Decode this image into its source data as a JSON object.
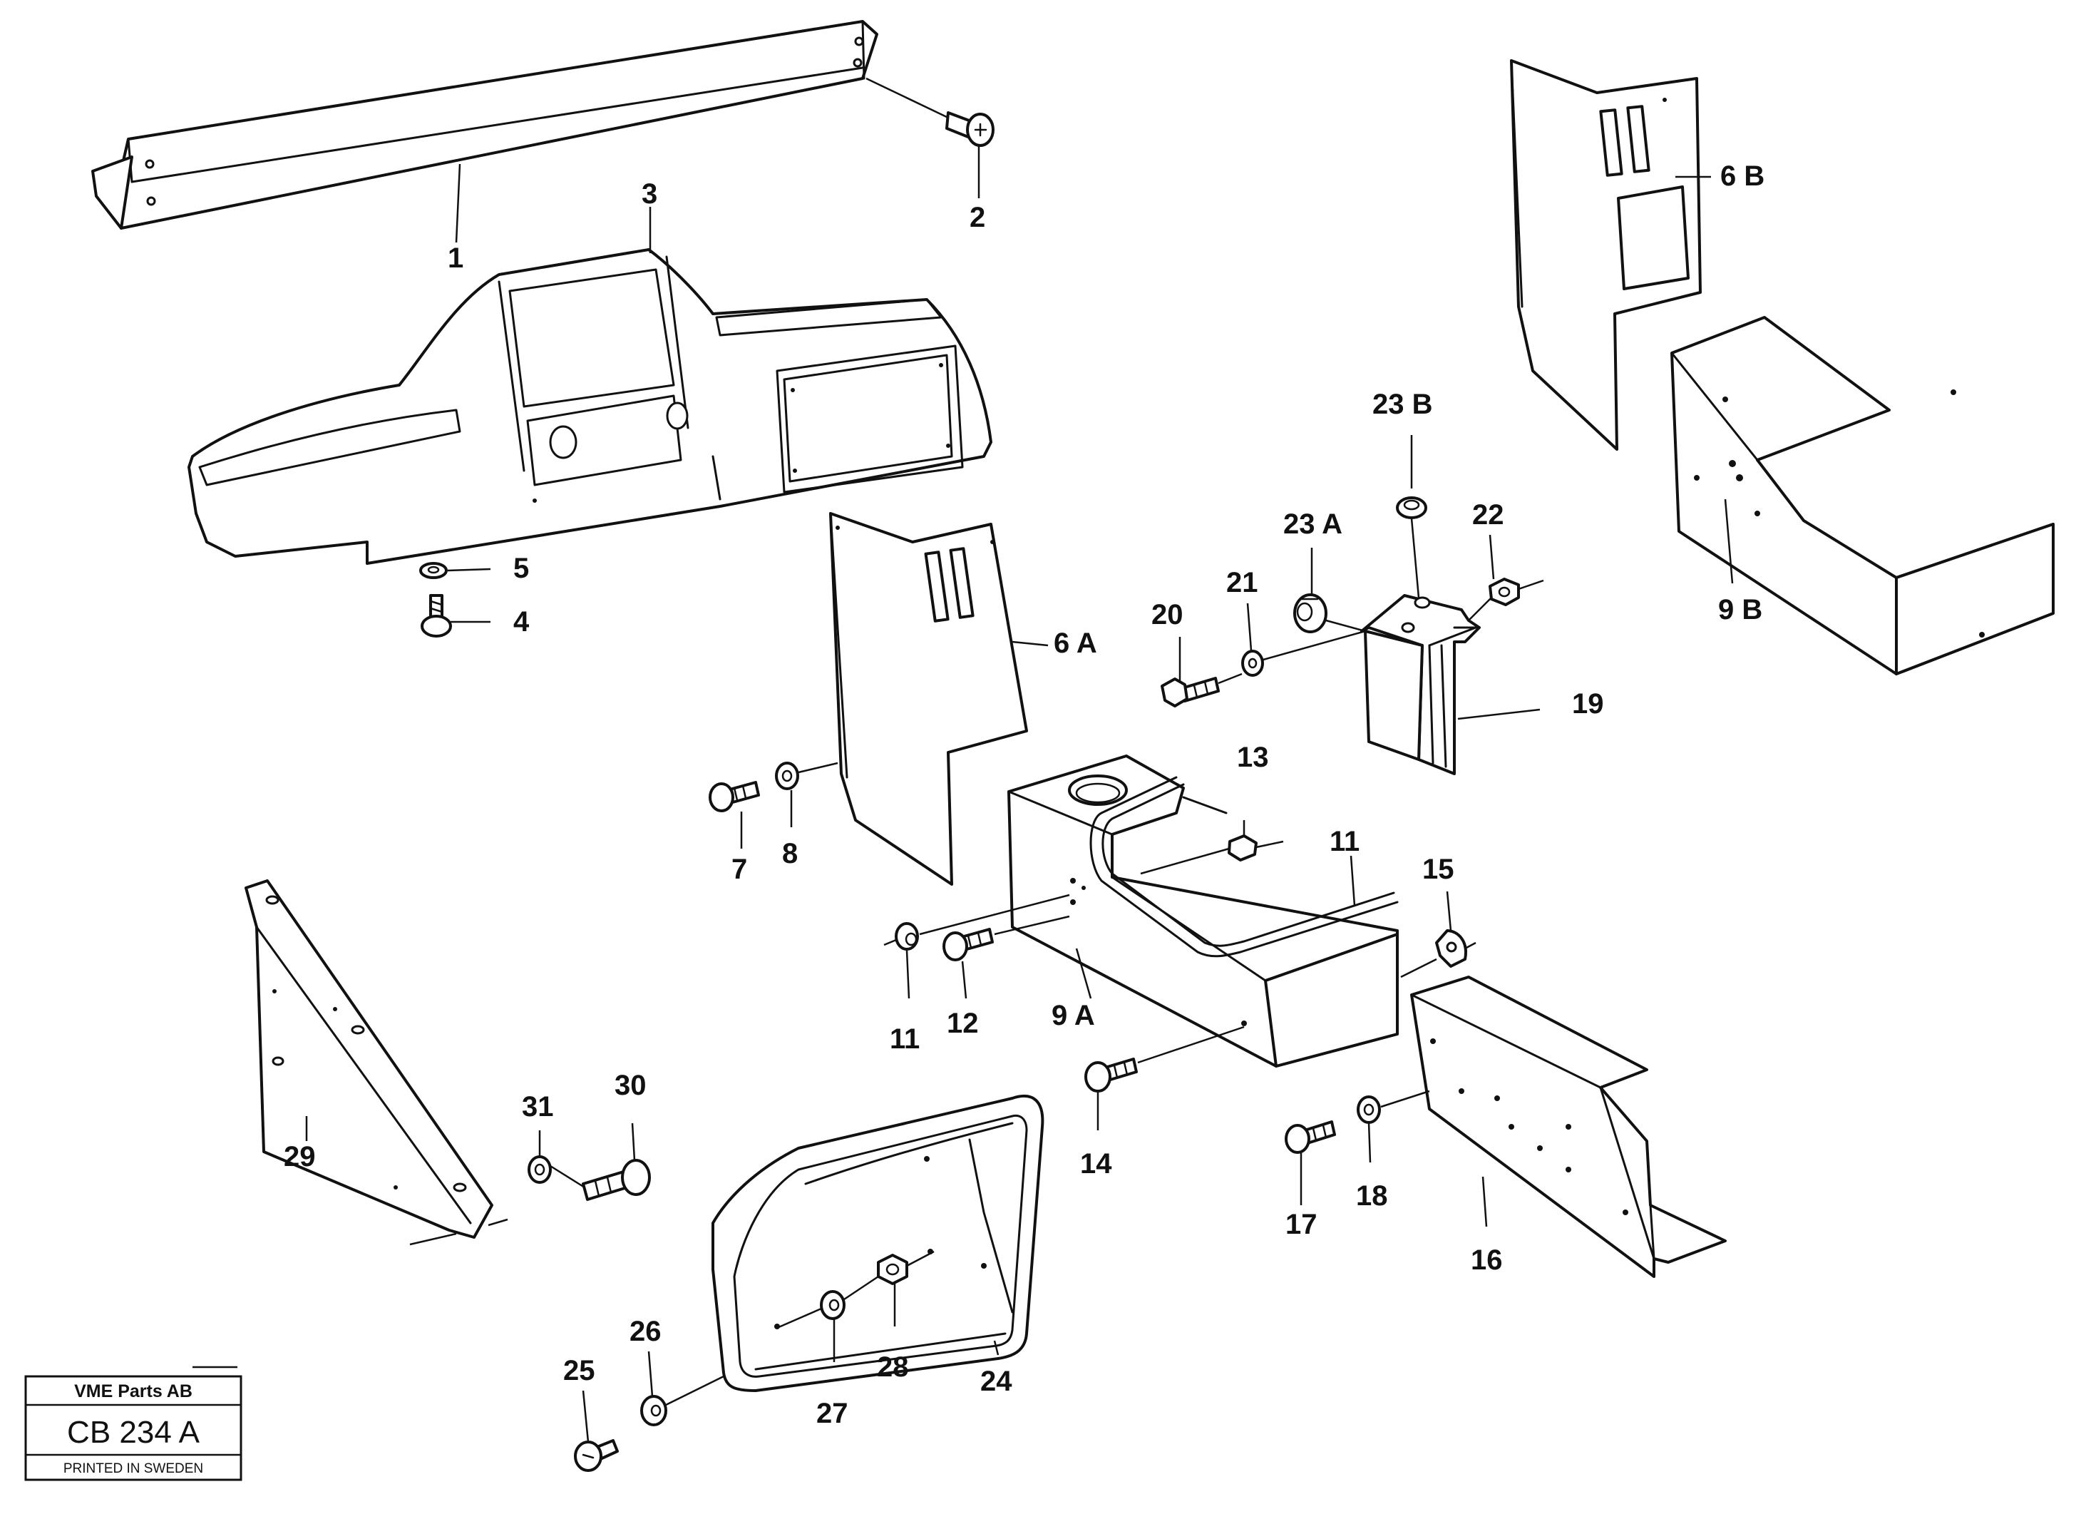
{
  "callouts": {
    "c1": "1",
    "c2": "2",
    "c3": "3",
    "c4": "4",
    "c5": "5",
    "c6a": "6 A",
    "c6b": "6 B",
    "c7": "7",
    "c8": "8",
    "c9a": "9 A",
    "c9b": "9 B",
    "c11a": "11",
    "c11b": "11",
    "c12": "12",
    "c13": "13",
    "c14": "14",
    "c15": "15",
    "c16": "16",
    "c17": "17",
    "c18": "18",
    "c19": "19",
    "c20": "20",
    "c21": "21",
    "c22": "22",
    "c23a": "23 A",
    "c23b": "23 B",
    "c24": "24",
    "c25": "25",
    "c26": "26",
    "c27": "27",
    "c28": "28",
    "c29": "29",
    "c30": "30",
    "c31": "31"
  },
  "stamp": {
    "company": "VME Parts AB",
    "code": "CB 234 A",
    "printed": "PRINTED IN SWEDEN"
  }
}
